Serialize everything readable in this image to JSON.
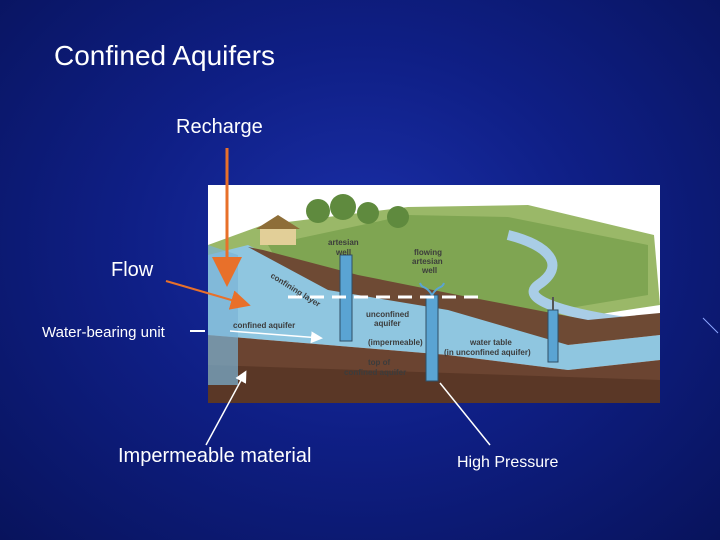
{
  "slide": {
    "title": "Confined Aquifers"
  },
  "callouts": {
    "recharge": "Recharge",
    "flow": "Flow",
    "water_bearing_unit": "Water-bearing unit",
    "impermeable_material": "Impermeable material",
    "high_pressure": "High Pressure"
  },
  "diagram_labels": {
    "artesian_well": [
      "artesian",
      "well"
    ],
    "flowing_artesian_well": [
      "flowing",
      "artesian",
      "well"
    ],
    "confining_layer": "confining layer",
    "confined_aquifer": "confined aquifer",
    "unconfined_aquifer": [
      "unconfined",
      "aquifer"
    ],
    "impermeable": "(impermeable)",
    "water_table": [
      "water table",
      "(in unconfined aquifer)"
    ],
    "top_of_confined_aquifer": [
      "top of",
      "confined aquifer"
    ]
  },
  "colors": {
    "background": "#0f1f86",
    "recharge_arrow": "#e8702a",
    "pointer_lines": "#ffffff",
    "dashed_pressure_line": "#ffffff",
    "water": "#8fc6e0",
    "clay": "#6e4a34"
  }
}
